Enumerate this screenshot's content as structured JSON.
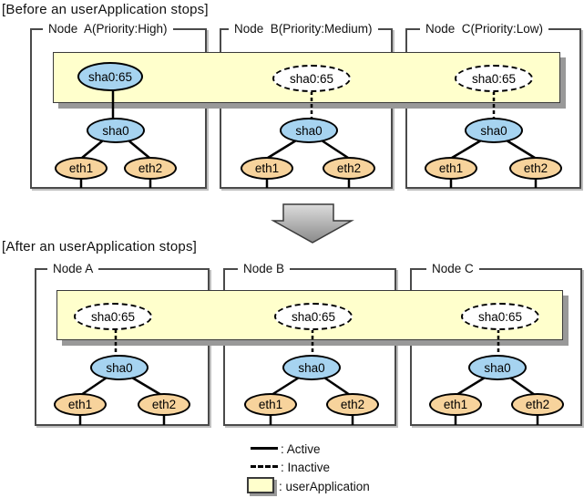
{
  "before": {
    "section_title": "[Before an userApplication stops]",
    "nodes": [
      {
        "label": "Node  A(Priority:High)",
        "virtual_if": "sha0:65",
        "virtual_state": "active",
        "bundle_if": "sha0",
        "eth1": "eth1",
        "eth2": "eth2"
      },
      {
        "label": "Node  B(Priority:Medium)",
        "virtual_if": "sha0:65",
        "virtual_state": "inactive",
        "bundle_if": "sha0",
        "eth1": "eth1",
        "eth2": "eth2"
      },
      {
        "label": "Node  C(Priority:Low)",
        "virtual_if": "sha0:65",
        "virtual_state": "inactive",
        "bundle_if": "sha0",
        "eth1": "eth1",
        "eth2": "eth2"
      }
    ]
  },
  "after": {
    "section_title": "[After an userApplication stops]",
    "nodes": [
      {
        "label": "Node A",
        "virtual_if": "sha0:65",
        "virtual_state": "inactive",
        "bundle_if": "sha0",
        "eth1": "eth1",
        "eth2": "eth2"
      },
      {
        "label": "Node B",
        "virtual_if": "sha0:65",
        "virtual_state": "inactive",
        "bundle_if": "sha0",
        "eth1": "eth1",
        "eth2": "eth2"
      },
      {
        "label": "Node C",
        "virtual_if": "sha0:65",
        "virtual_state": "inactive",
        "bundle_if": "sha0",
        "eth1": "eth1",
        "eth2": "eth2"
      }
    ]
  },
  "legend": {
    "active": ": Active",
    "inactive": ": Inactive",
    "userapplication": ": userApplication"
  },
  "colors": {
    "userapplication_fill": "#FFFFCC",
    "active_if_fill": "#A6D3F0",
    "nic_fill": "#F7D39C",
    "inactive_if_fill": "#FFFFFF",
    "shadow_gray": "#999999"
  }
}
